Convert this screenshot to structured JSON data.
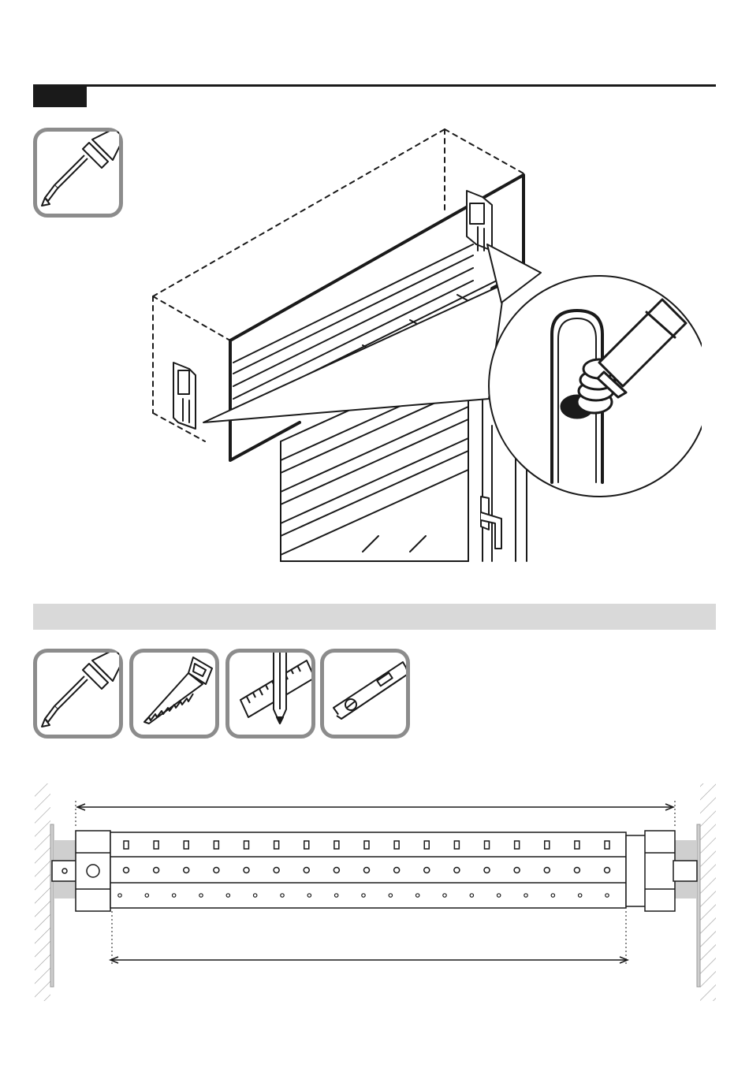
{
  "page": {
    "background": "#ffffff",
    "ink": "#1a1a1a",
    "tool_frame_color": "#8c8c8c",
    "section_bar_color": "#d9d9d9",
    "wall_color": "#cfcfcf"
  },
  "step1": {
    "tools": [
      {
        "icon": "screwdriver-icon"
      }
    ],
    "illustration": {
      "subject": "shutter-box-bracket-installation",
      "callout": "spring-pin-zoom"
    }
  },
  "step2": {
    "tools": [
      {
        "icon": "screwdriver-icon"
      },
      {
        "icon": "saw-icon"
      },
      {
        "icon": "ruler-pencil-icon"
      },
      {
        "icon": "spirit-level-icon"
      }
    ],
    "measurement": {
      "square_holes": 17,
      "round_holes": 17,
      "small_holes": 19
    }
  }
}
